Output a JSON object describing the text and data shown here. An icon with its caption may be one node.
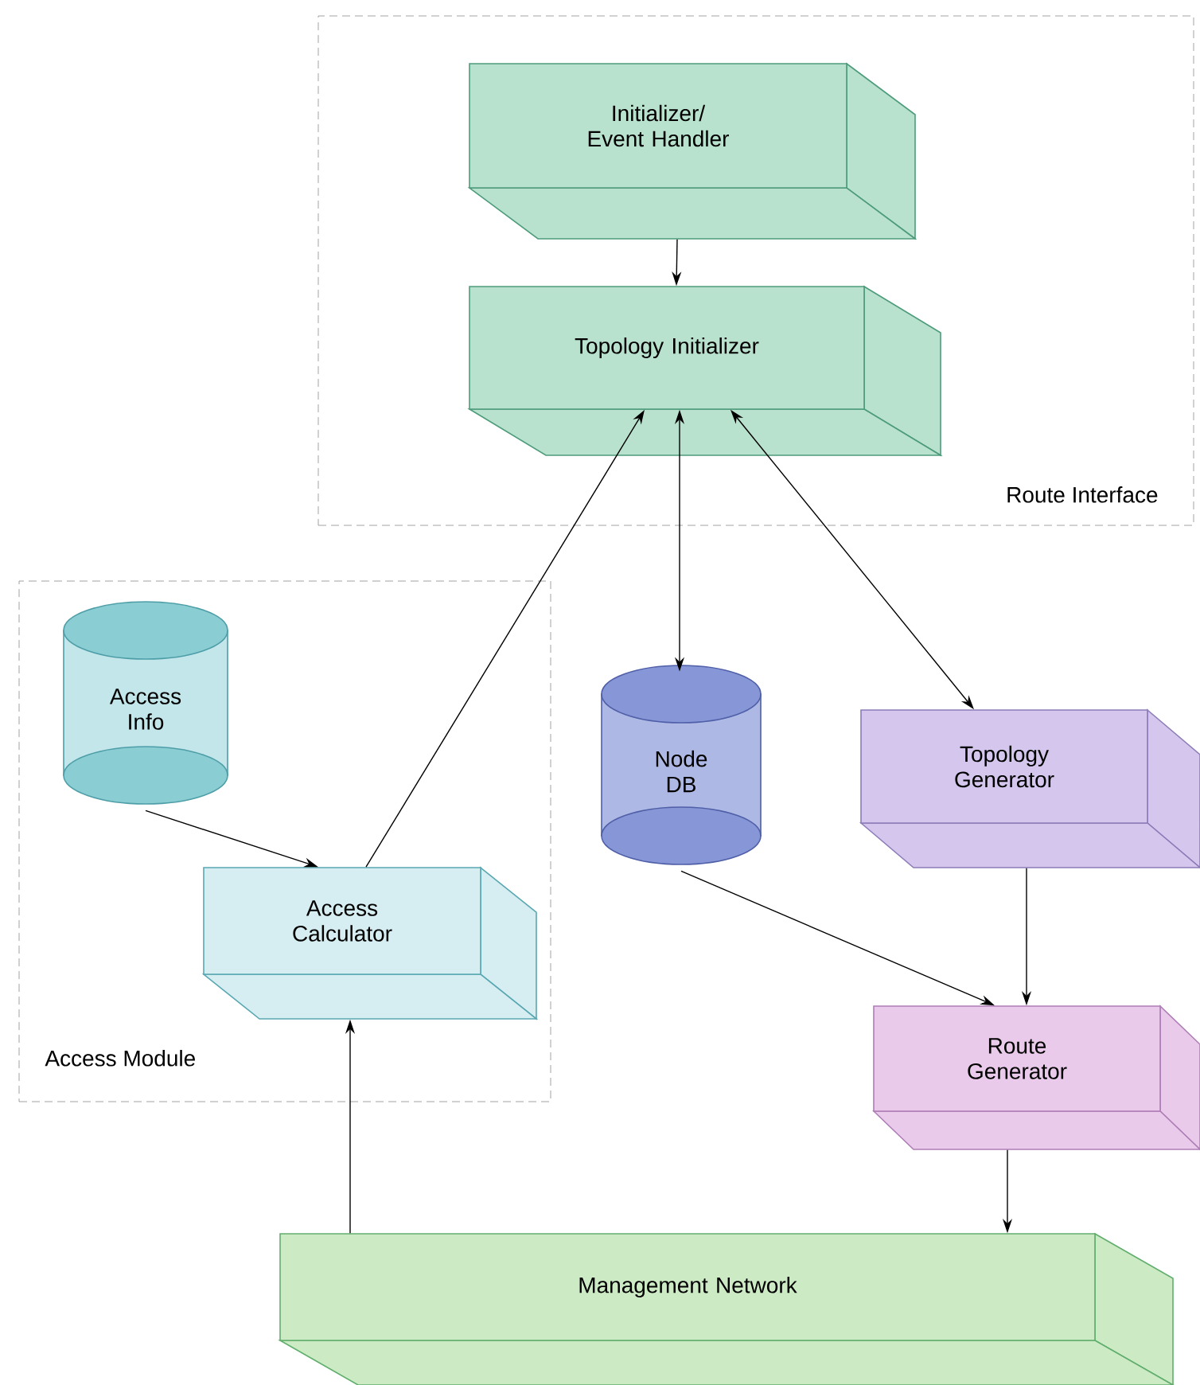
{
  "diagram": {
    "nodes": [
      {
        "text": [
          "Route Interface"
        ]
      },
      {
        "text": [
          "Initializer/ Event Handler"
        ],
        "in": 0
      },
      {
        "text": [
          "Topology Initializer"
        ],
        "in": 0
      },
      {
        "text": [
          "Access Module"
        ]
      },
      {
        "text": [
          "Access Info"
        ],
        "in": 3
      },
      {
        "text": [
          "Access Calculator"
        ],
        "in": 3
      },
      {
        "text": [
          "Node DB"
        ]
      },
      {
        "text": [
          "Topology Generator"
        ]
      },
      {
        "text": [
          "Route Generator"
        ]
      },
      {
        "text": [
          "Management Network"
        ]
      }
    ],
    "edges": [
      {
        "from": 1,
        "to": 2,
        "arrow": "to"
      },
      {
        "from": 5,
        "to": 2,
        "arrow": "to"
      },
      {
        "from": 2,
        "to": 6,
        "arrow": "both"
      },
      {
        "from": 2,
        "to": 7,
        "arrow": "both"
      },
      {
        "from": 4,
        "to": 5,
        "arrow": "to"
      },
      {
        "from": 6,
        "to": 8,
        "arrow": "to"
      },
      {
        "from": 7,
        "to": 8,
        "arrow": "to"
      },
      {
        "from": 8,
        "to": 9,
        "arrow": "to"
      },
      {
        "from": 9,
        "to": 5,
        "arrow": "to"
      }
    ]
  }
}
